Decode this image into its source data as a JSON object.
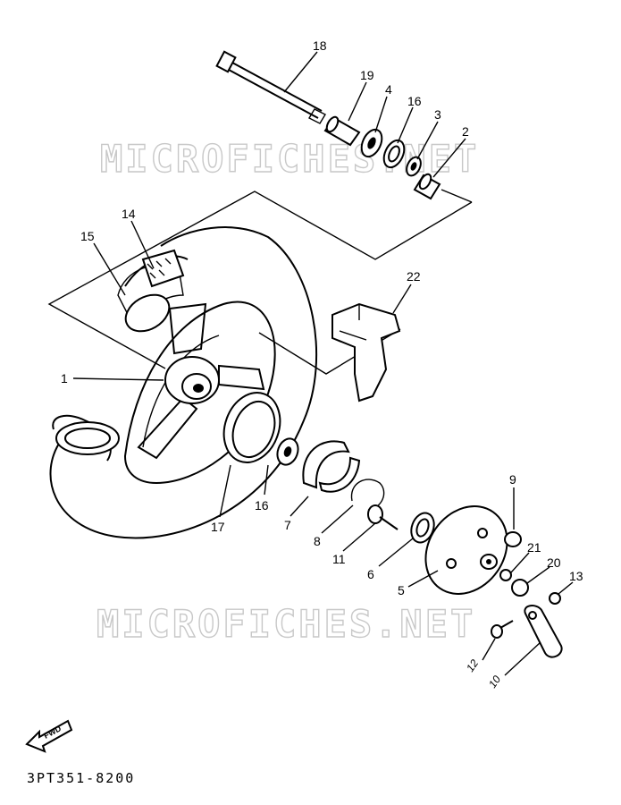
{
  "watermark": "MICROFICHES.NET",
  "diagram_code": "3PT351-8200",
  "fwd_label": "FWD",
  "parts": [
    {
      "id": "18",
      "label": "18"
    },
    {
      "id": "19",
      "label": "19"
    },
    {
      "id": "4",
      "label": "4"
    },
    {
      "id": "16a",
      "label": "16"
    },
    {
      "id": "3",
      "label": "3"
    },
    {
      "id": "2",
      "label": "2"
    },
    {
      "id": "14",
      "label": "14"
    },
    {
      "id": "15",
      "label": "15"
    },
    {
      "id": "22",
      "label": "22"
    },
    {
      "id": "1",
      "label": "1"
    },
    {
      "id": "16b",
      "label": "16"
    },
    {
      "id": "17",
      "label": "17"
    },
    {
      "id": "7",
      "label": "7"
    },
    {
      "id": "8",
      "label": "8"
    },
    {
      "id": "11",
      "label": "11"
    },
    {
      "id": "9",
      "label": "9"
    },
    {
      "id": "21",
      "label": "21"
    },
    {
      "id": "20",
      "label": "20"
    },
    {
      "id": "13",
      "label": "13"
    },
    {
      "id": "6",
      "label": "6"
    },
    {
      "id": "5",
      "label": "5"
    },
    {
      "id": "12",
      "label": "12"
    },
    {
      "id": "10",
      "label": "10"
    }
  ]
}
